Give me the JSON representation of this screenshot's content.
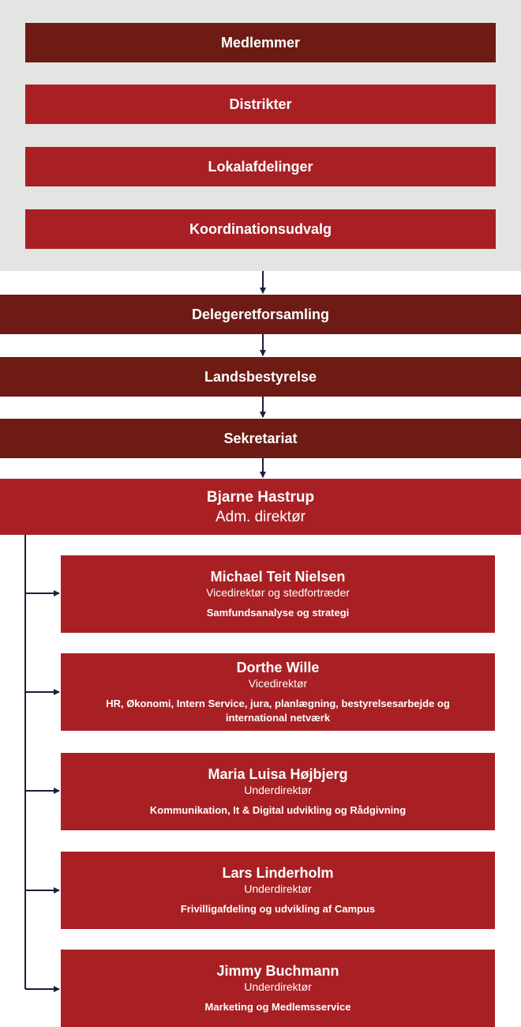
{
  "top_group": [
    {
      "label": "Medlemmer",
      "color": "#6d1b14"
    },
    {
      "label": "Distrikter",
      "color": "#a82024"
    },
    {
      "label": "Lokalafdelinger",
      "color": "#a82024"
    },
    {
      "label": "Koordinationsudvalg",
      "color": "#a82024"
    }
  ],
  "chain": [
    {
      "label": "Delegeretforsamling"
    },
    {
      "label": "Landsbestyrelse"
    },
    {
      "label": "Sekretariat"
    }
  ],
  "ceo": {
    "name": "Bjarne Hastrup",
    "title": "Adm. direktør"
  },
  "directors": [
    {
      "name": "Michael Teit Nielsen",
      "title": "Vicedirektør og stedfortræder",
      "area": "Samfundsanalyse og strategi"
    },
    {
      "name": "Dorthe Wille",
      "title": "Vicedirektør",
      "area": "HR, Økonomi, Intern Service, jura, planlægning, bestyrelsesarbejde og international netværk"
    },
    {
      "name": "Maria Luisa Højbjerg",
      "title": "Underdirektør",
      "area": "Kommunikation, It & Digital udvikling og Rådgivning"
    },
    {
      "name": "Lars Linderholm",
      "title": "Underdirektør",
      "area": "Frivilligafdeling og udvikling af Campus"
    },
    {
      "name": "Jimmy Buchmann",
      "title": "Underdirektør",
      "area": "Marketing og Medlemsservice"
    }
  ],
  "colors": {
    "dark_red": "#6d1b14",
    "red": "#a82024",
    "panel": "#e4e4e2",
    "connector": "#1a1f3a"
  }
}
